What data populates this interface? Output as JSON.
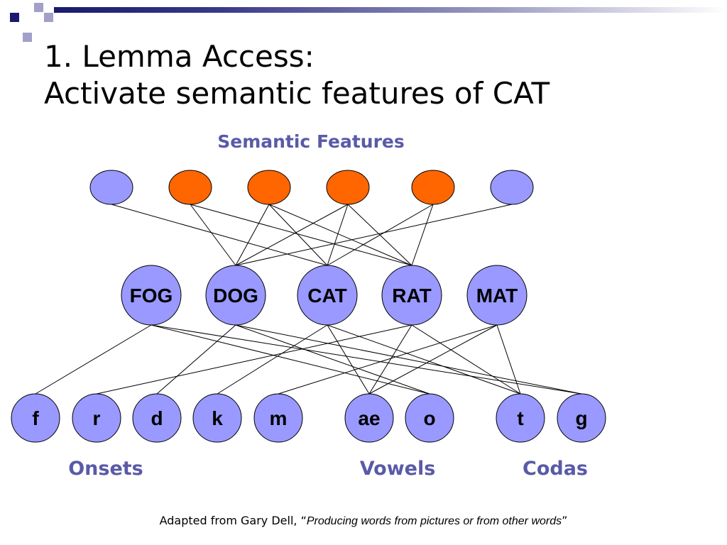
{
  "slide": {
    "title_line1": "1. Lemma Access:",
    "title_line2": "Activate semantic features of CAT"
  },
  "colors": {
    "inactive": "#9999ff",
    "active": "#ff6600",
    "group_label": "#5a5aa8",
    "line": "#000000",
    "bar_dark": "#1a1a6e",
    "bar_light": "#a0a0c8"
  },
  "diagram": {
    "semantic_label": "Semantic Features",
    "semantic_features": [
      {
        "active": false
      },
      {
        "active": true
      },
      {
        "active": true
      },
      {
        "active": true
      },
      {
        "active": true
      },
      {
        "active": false
      }
    ],
    "words": [
      "FOG",
      "DOG",
      "CAT",
      "RAT",
      "MAT"
    ],
    "phonemes": [
      "f",
      "r",
      "d",
      "k",
      "m",
      "ae",
      "o",
      "t",
      "g"
    ],
    "group_labels": {
      "onsets": "Onsets",
      "vowels": "Vowels",
      "codas": "Codas"
    },
    "feature_word_links": [
      [
        0,
        2
      ],
      [
        1,
        1
      ],
      [
        1,
        3
      ],
      [
        2,
        1
      ],
      [
        2,
        2
      ],
      [
        2,
        3
      ],
      [
        3,
        1
      ],
      [
        3,
        2
      ],
      [
        3,
        3
      ],
      [
        4,
        2
      ],
      [
        4,
        3
      ],
      [
        5,
        1
      ]
    ],
    "word_phoneme_links": [
      [
        0,
        0
      ],
      [
        0,
        6
      ],
      [
        0,
        8
      ],
      [
        1,
        2
      ],
      [
        1,
        6
      ],
      [
        1,
        8
      ],
      [
        2,
        3
      ],
      [
        2,
        5
      ],
      [
        2,
        7
      ],
      [
        3,
        1
      ],
      [
        3,
        5
      ],
      [
        3,
        7
      ],
      [
        4,
        4
      ],
      [
        4,
        5
      ],
      [
        4,
        7
      ]
    ]
  },
  "credit": {
    "prefix": "Adapted from Gary Dell, “",
    "title": "Producing words from pictures or from other words",
    "suffix": "”"
  }
}
